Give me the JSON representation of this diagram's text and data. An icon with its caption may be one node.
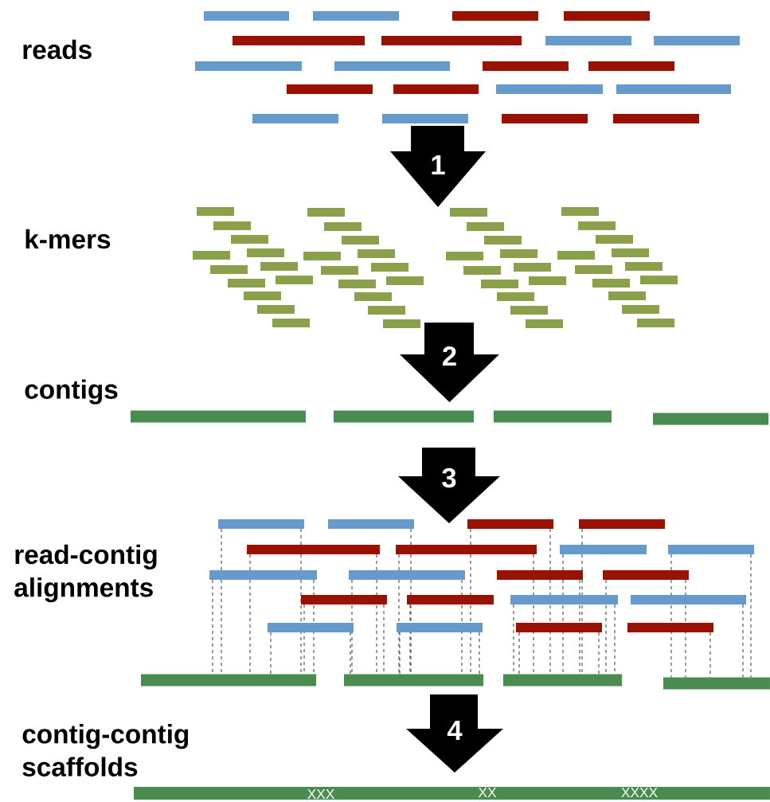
{
  "diagram": {
    "nodes": [
      {
        "text": [
          "1"
        ]
      },
      {
        "text": [
          "2"
        ]
      },
      {
        "text": [
          "3"
        ]
      },
      {
        "text": [
          "4"
        ]
      }
    ],
    "labels": [
      "reads",
      "k-mers",
      "contigs",
      "read-contig alignments",
      "contig-contig scaffolds",
      "XXX",
      "XX",
      "XXXX"
    ]
  }
}
